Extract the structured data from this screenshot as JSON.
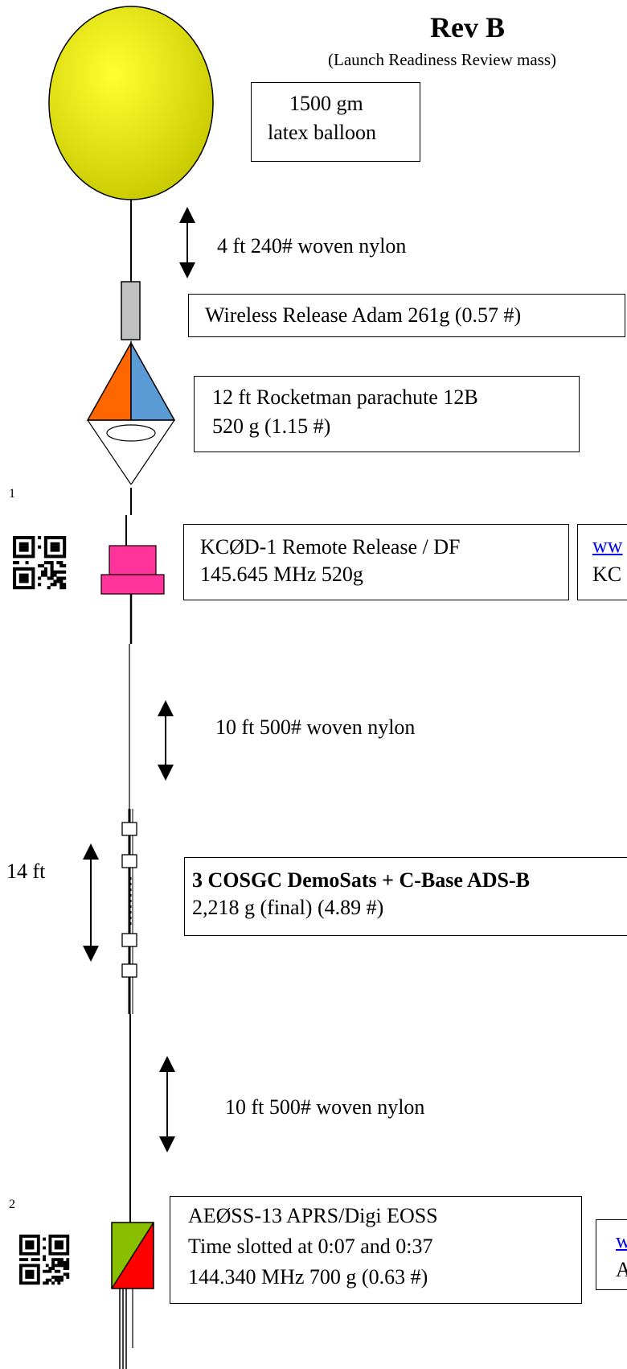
{
  "header": {
    "title": "Rev B",
    "subtitle": "(Launch Readiness Review mass)"
  },
  "balloon": {
    "line1": "1500 gm",
    "line2": "latex balloon"
  },
  "leader1": {
    "label": "4 ft 240# woven nylon"
  },
  "release": {
    "label": "Wireless Release Adam 261g (0.57 #)"
  },
  "parachute": {
    "line1": "12 ft Rocketman parachute  12B",
    "line2": "520 g (1.15 #)"
  },
  "kc0d": {
    "index": "1",
    "line1": "KCØD-1 Remote Release  / DF",
    "line2": "145.645 MHz 520g",
    "side_link": "ww",
    "side_text": "KC"
  },
  "leader2": {
    "label": "10 ft 500# woven nylon"
  },
  "demosats": {
    "span_label": "14 ft",
    "line1": "3 COSGC DemoSats + C-Base ADS-B",
    "line2": "2,218 g (final) (4.89 #)"
  },
  "leader3": {
    "label": "10 ft 500# woven nylon"
  },
  "aeoss": {
    "index": "2",
    "line1": "AEØSS-13 APRS/Digi  EOSS",
    "line2": "Time slotted at 0:07 and 0:37",
    "line3": "144.340 MHz   700 g (0.63 #)",
    "side_link": "w",
    "side_text": "A"
  },
  "colors": {
    "balloon": "#e6e600",
    "release_body": "#c0c0c0",
    "chute_left": "#ff6600",
    "chute_right": "#5b9bd5",
    "kc0d_body": "#ff3399",
    "aprs_green": "#88c000",
    "aprs_red": "#ff0000"
  }
}
